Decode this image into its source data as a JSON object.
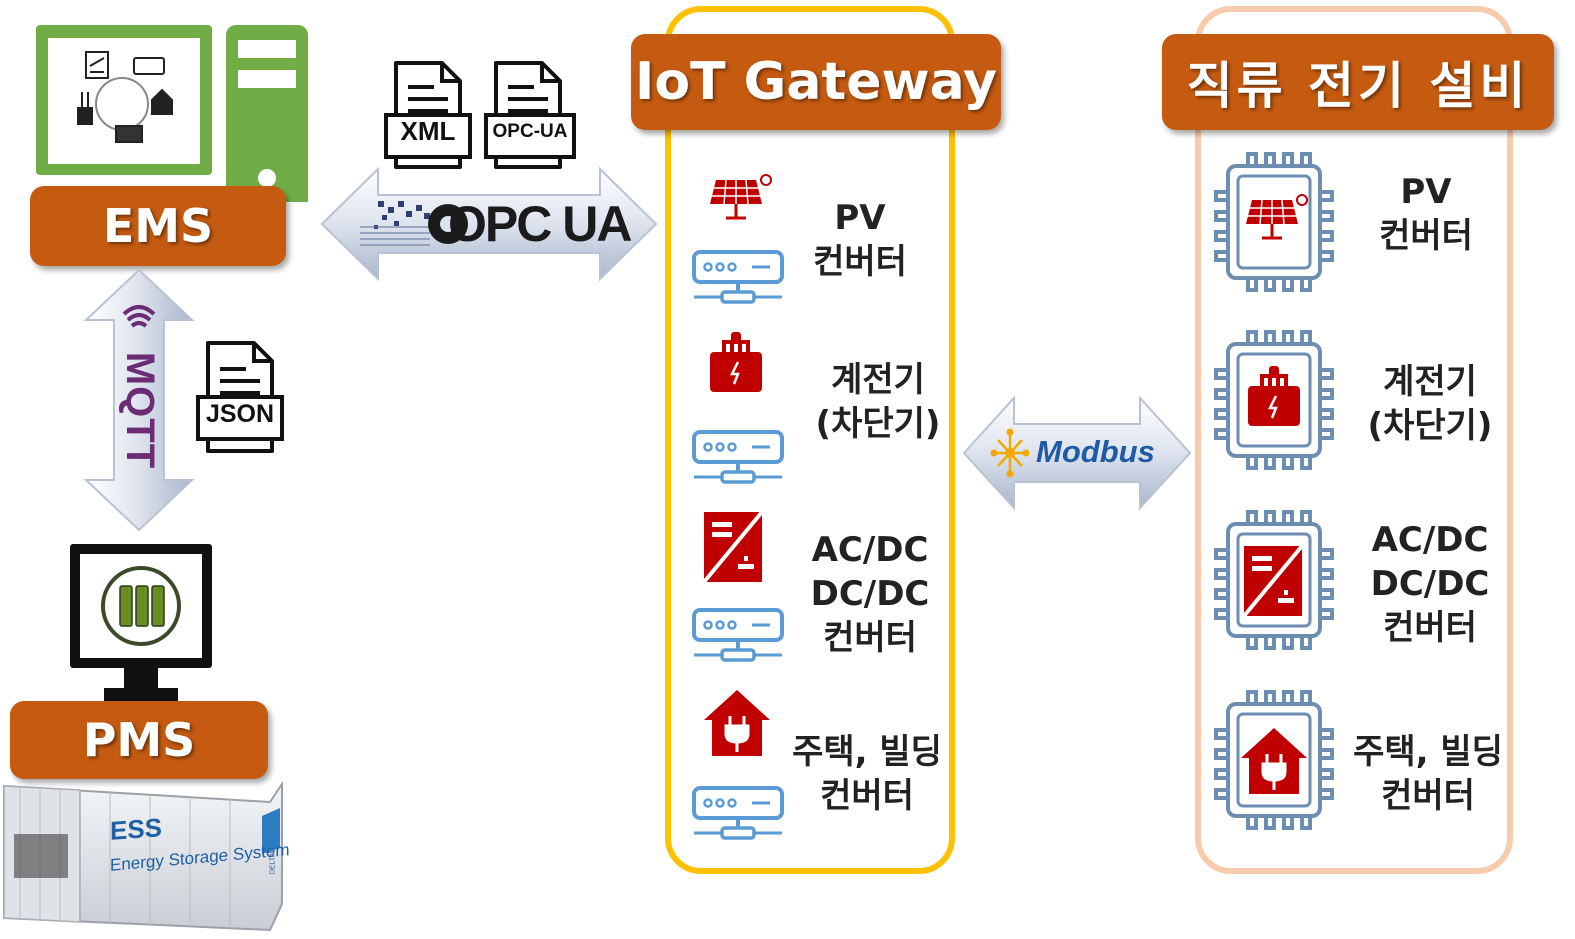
{
  "ems": {
    "label": "EMS"
  },
  "pms": {
    "label": "PMS"
  },
  "documents": {
    "xml": "XML",
    "opc_ua": "OPC-UA",
    "json": "JSON"
  },
  "protocols": {
    "opc_ua": "OPC UA",
    "mqtt": "MQTT",
    "modbus": "Modbus"
  },
  "ess": {
    "title": "ESS",
    "subtitle": "Energy Storage System",
    "brand": "DELTA"
  },
  "gateway": {
    "title": "IoT Gateway",
    "items": [
      {
        "line1": "PV",
        "line2": "컨버터",
        "line3": "",
        "icon": "solar-panel-icon"
      },
      {
        "line1": "계전기",
        "line2": "(차단기)",
        "line3": "",
        "icon": "breaker-icon"
      },
      {
        "line1": "AC/DC",
        "line2": "DC/DC",
        "line3": "컨버터",
        "icon": "converter-icon"
      },
      {
        "line1": "주택, 빌딩",
        "line2": "컨버터",
        "line3": "",
        "icon": "house-plug-icon"
      }
    ]
  },
  "dc_equipment": {
    "title": "직류 전기 설비",
    "items": [
      {
        "line1": "PV",
        "line2": "컨버터",
        "line3": "",
        "icon": "solar-panel-chip-icon"
      },
      {
        "line1": "계전기",
        "line2": "(차단기)",
        "line3": "",
        "icon": "breaker-chip-icon"
      },
      {
        "line1": "AC/DC",
        "line2": "DC/DC",
        "line3": "컨버터",
        "icon": "converter-chip-icon"
      },
      {
        "line1": "주택, 빌딩",
        "line2": "컨버터",
        "line3": "",
        "icon": "house-plug-chip-icon"
      }
    ]
  },
  "colors": {
    "label_bg": "#c55a11",
    "gateway_border": "#ffc000",
    "dc_border": "#f8cbad",
    "ems_green": "#70ad47",
    "icon_red": "#c00000",
    "server_blue": "#5b9bd5",
    "chip_blue": "#6d8eb0",
    "mqtt_purple": "#6b2c75"
  }
}
